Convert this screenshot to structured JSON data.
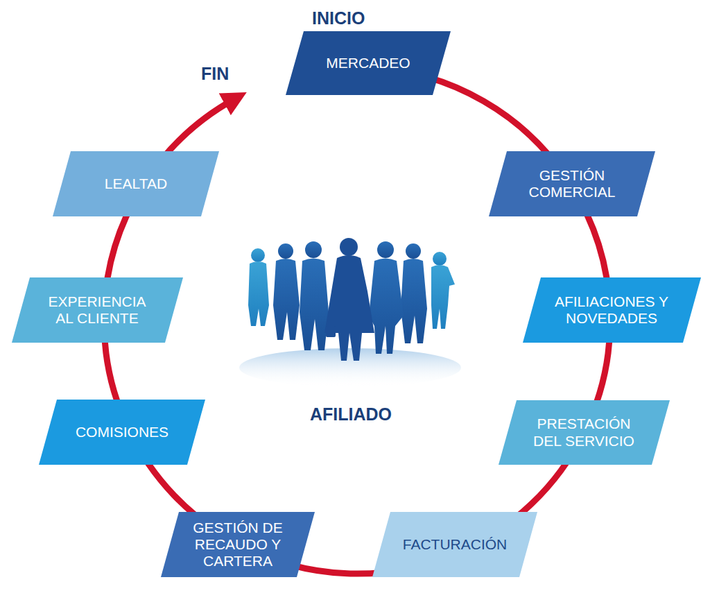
{
  "diagram": {
    "nodes": [
      {
        "text": [
          "MERCADEO"
        ]
      },
      {
        "text": [
          "GESTIÓN COMERCIAL"
        ]
      },
      {
        "text": [
          "AFILIACIONES Y NOVEDADES"
        ]
      },
      {
        "text": [
          "PRESTACIÓN DEL SERVICIO"
        ]
      },
      {
        "text": [
          "FACTURACIÓN"
        ]
      },
      {
        "text": [
          "GESTIÓN DE RECAUDO Y CARTERA"
        ]
      },
      {
        "text": [
          "COMISIONES"
        ]
      },
      {
        "text": [
          "EXPERIENCIA AL CLIENTE"
        ]
      },
      {
        "text": [
          "LEALTAD"
        ]
      }
    ],
    "edges": [
      {
        "from": 0,
        "to": 1,
        "arrow": "none"
      },
      {
        "from": 1,
        "to": 2,
        "arrow": "none"
      },
      {
        "from": 2,
        "to": 3,
        "arrow": "none"
      },
      {
        "from": 3,
        "to": 4,
        "arrow": "none"
      },
      {
        "from": 4,
        "to": 5,
        "arrow": "none"
      },
      {
        "from": 5,
        "to": 6,
        "arrow": "none"
      },
      {
        "from": 6,
        "to": 7,
        "arrow": "none"
      },
      {
        "from": 7,
        "to": 8,
        "arrow": "none"
      }
    ],
    "labels": [
      "INICIO",
      "FIN",
      "AFILIADO"
    ]
  }
}
